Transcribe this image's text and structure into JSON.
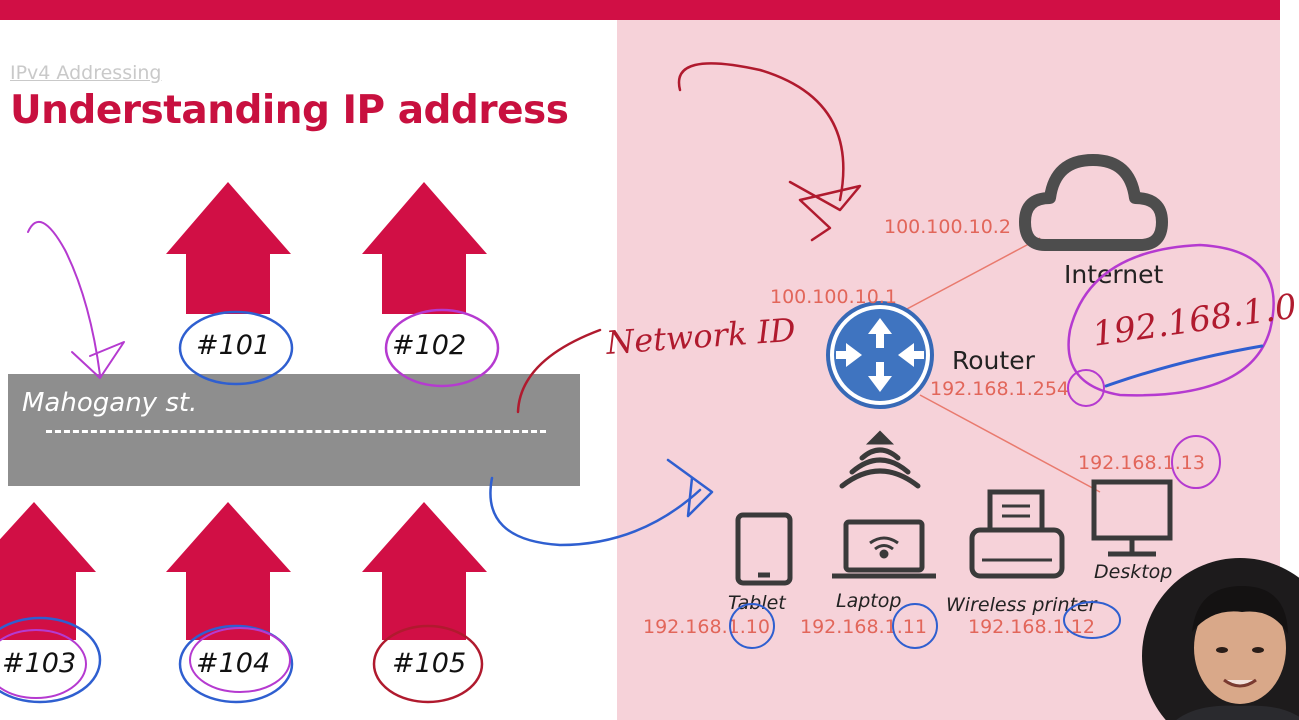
{
  "slide": {
    "subtitle": "IPv4 Addressing",
    "title": "Understanding IP address",
    "street_name": "Mahogany st.",
    "houses": [
      "#101",
      "#102",
      "#103",
      "#104",
      "#105"
    ],
    "colors": {
      "accent": "#d10f45",
      "panel": "#f6d2d9",
      "street": "#8e8e8e",
      "ip": "#e2665a"
    }
  },
  "network": {
    "internet_label": "Internet",
    "internet_ip": "100.100.10.2",
    "router_label": "Router",
    "router_wan_ip": "100.100.10.1",
    "router_lan_ip": "192.168.1.254",
    "devices": [
      {
        "label": "Tablet",
        "ip": "192.168.1.10",
        "icon": "tablet-icon"
      },
      {
        "label": "Laptop",
        "ip": "192.168.1.11",
        "icon": "laptop-icon"
      },
      {
        "label": "Wireless printer",
        "ip": "192.168.1.12",
        "icon": "printer-icon"
      },
      {
        "label": "Desktop",
        "ip": "192.168.1.13",
        "icon": "desktop-icon"
      }
    ]
  },
  "annotations": {
    "network_id": "Network ID",
    "network_address": "192.168.1.0"
  }
}
